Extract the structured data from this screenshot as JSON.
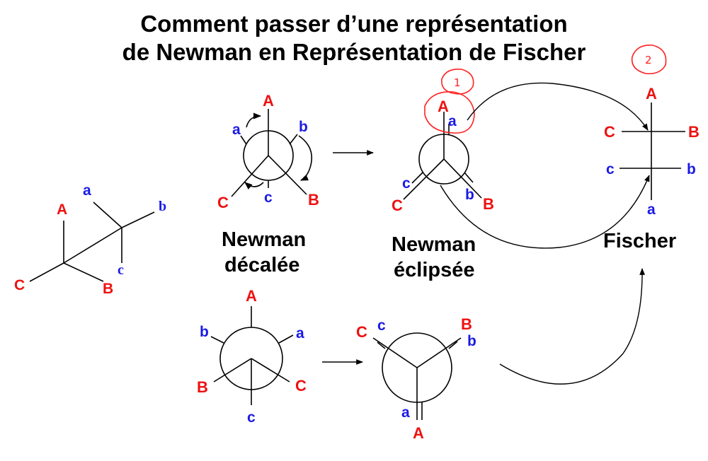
{
  "title": {
    "line1": "Comment passer d’une représentation",
    "line2": "de Newman en Représentation de Fischer"
  },
  "colors": {
    "red": "#ee1111",
    "blue": "#1a1ae6",
    "annot": "#ff2222"
  },
  "captions": {
    "newman_staggered": [
      "Newman",
      "décalée"
    ],
    "newman_eclipsed": [
      "Newman",
      "éclipsée"
    ],
    "fischer": "Fischer"
  },
  "annotations": {
    "step1": "1",
    "step2": "2"
  },
  "sawhorse": {
    "A": "A",
    "B": "B",
    "C": "C",
    "a": "a",
    "b": "b",
    "c": "c"
  },
  "newman_staggered_top": {
    "A": "A",
    "B": "B",
    "C": "C",
    "a": "a",
    "b": "b",
    "c": "c"
  },
  "newman_eclipsed_top": {
    "A": "A",
    "B": "B",
    "C": "C",
    "a": "a",
    "b": "b",
    "c": "c"
  },
  "fischer_projection": {
    "A": "A",
    "B": "B",
    "C": "C",
    "a": "a",
    "b": "b",
    "c": "c"
  },
  "newman_staggered_bottom": {
    "A": "A",
    "B": "B",
    "C": "C",
    "a": "a",
    "b": "b",
    "c": "c"
  },
  "newman_eclipsed_bottom": {
    "A": "A",
    "B": "B",
    "C": "C",
    "a": "a",
    "b": "b",
    "c": "c"
  }
}
